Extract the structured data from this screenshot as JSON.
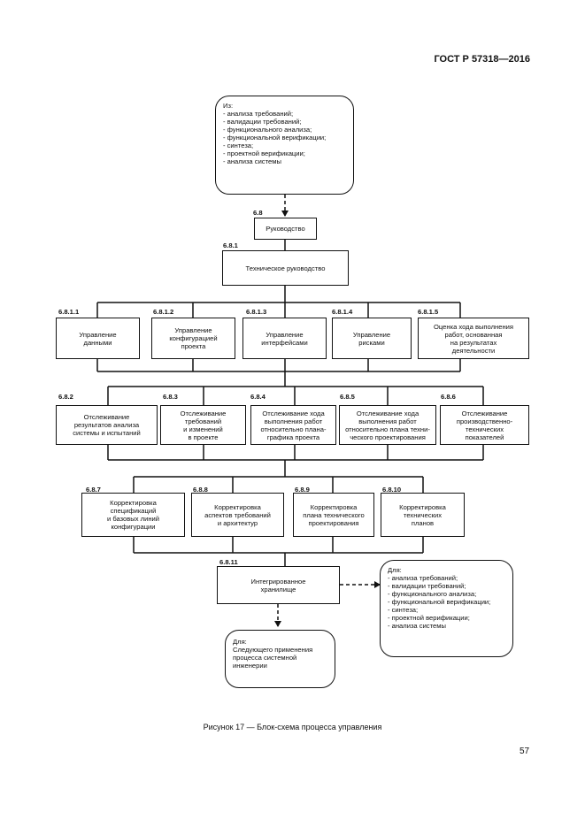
{
  "header": {
    "doc_id": "ГОСТ Р 57318—2016"
  },
  "page_number": "57",
  "caption": "Рисунок 17 — Блок-схема процесса управления",
  "from_box": {
    "title": "Из:",
    "items": [
      "- анализа требований;",
      "- валидации требований;",
      "- функционального анализа;",
      "- функциональной верификации;",
      "- синтеза;",
      "- проектной верификации;",
      "- анализа системы"
    ]
  },
  "to_box_left": {
    "title": "Для:",
    "text": "Следующего применения\nпроцесса системной\nинженерии"
  },
  "to_box_right": {
    "title": "Для:",
    "items": [
      "- анализа требований;",
      "- валидации требований;",
      "- функционального анализа;",
      "- функциональной верификации;",
      "- синтеза;",
      "- проектной верификации;",
      "- анализа системы"
    ]
  },
  "nodes": {
    "n68": {
      "num": "6.8",
      "label": "Руководство"
    },
    "n681": {
      "num": "6.8.1",
      "label": "Техническое руководство"
    },
    "n6811": {
      "num": "6.8.1.1",
      "label": "Управление\nданными"
    },
    "n6812": {
      "num": "6.8.1.2",
      "label": "Управление\nконфигурацией\nпроекта"
    },
    "n6813": {
      "num": "6.8.1.3",
      "label": "Управление\nинтерфейсами"
    },
    "n6814": {
      "num": "6.8.1.4",
      "label": "Управление\nрисками"
    },
    "n6815": {
      "num": "6.8.1.5",
      "label": "Оценка хода выполнения\nработ, основанная\nна результатах\nдеятельности"
    },
    "n682": {
      "num": "6.8.2",
      "label": "Отслеживание\nрезультатов анализа\nсистемы и испытаний"
    },
    "n683": {
      "num": "6.8.3",
      "label": "Отслеживание\nтребований\nи изменений\nв проекте"
    },
    "n684": {
      "num": "6.8.4",
      "label": "Отслеживание хода\nвыполнения работ\nотносительно плана-\nграфика проекта"
    },
    "n685": {
      "num": "6.8.5",
      "label": "Отслеживание хода\nвыполнения работ\nотносительно плана техни-\nческого проектирования"
    },
    "n686": {
      "num": "6.8.6",
      "label": "Отслеживание\nпроизводственно-\nтехнических\nпоказателей"
    },
    "n687": {
      "num": "6.8.7",
      "label": "Корректировка\nспецификаций\nи базовых линий\nконфигурации"
    },
    "n688": {
      "num": "6.8.8",
      "label": "Корректировка\nаспектов требований\nи архитектур"
    },
    "n689": {
      "num": "6.8.9",
      "label": "Корректировка\nплана технического\nпроектирования"
    },
    "n6810": {
      "num": "6.8.10",
      "label": "Корректировка\nтехнических\nпланов"
    },
    "n6811b": {
      "num": "6.8.11",
      "label": "Интегрированное\nхранилище"
    }
  }
}
